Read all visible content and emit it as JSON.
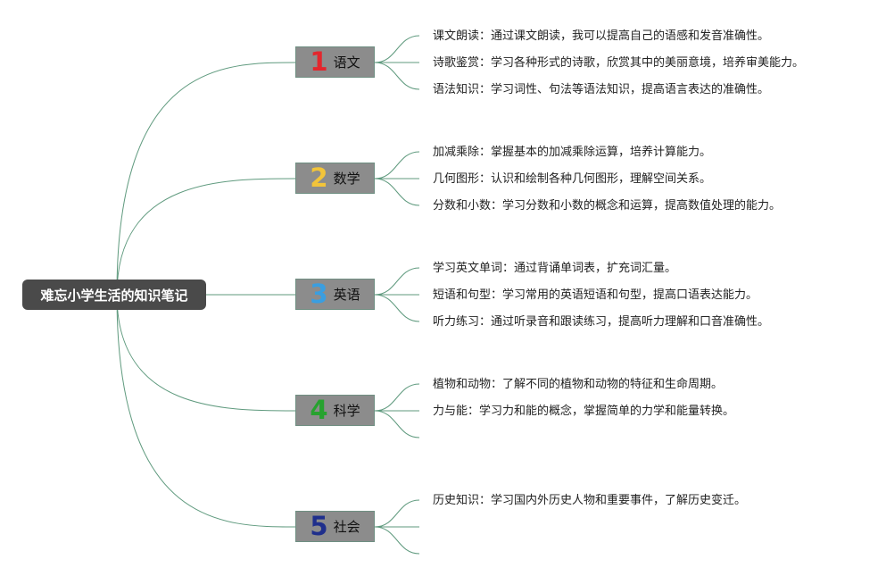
{
  "root": {
    "label": "难忘小学生活的知识笔记"
  },
  "colors": {
    "line": "#5f9a7e",
    "root_bg": "#4a4a4a",
    "topic_bg": "#8c8c8c"
  },
  "topics": [
    {
      "number": "1",
      "label": "语文",
      "number_color": "#e3262d",
      "items": [
        "课文朗读：通过课文朗读，我可以提高自己的语感和发音准确性。",
        "诗歌鉴赏：学习各种形式的诗歌，欣赏其中的美丽意境，培养审美能力。",
        "语法知识：学习词性、句法等语法知识，提高语言表达的准确性。"
      ]
    },
    {
      "number": "2",
      "label": "数学",
      "number_color": "#f2c43a",
      "items": [
        "加减乘除：掌握基本的加减乘除运算，培养计算能力。",
        "几何图形：认识和绘制各种几何图形，理解空间关系。",
        "分数和小数：学习分数和小数的概念和运算，提高数值处理的能力。"
      ]
    },
    {
      "number": "3",
      "label": "英语",
      "number_color": "#3a9ee0",
      "items": [
        "学习英文单词：通过背诵单词表，扩充词汇量。",
        "短语和句型：学习常用的英语短语和句型，提高口语表达能力。",
        "听力练习：通过听录音和跟读练习，提高听力理解和口音准确性。"
      ]
    },
    {
      "number": "4",
      "label": "科学",
      "number_color": "#27a22f",
      "items": [
        "植物和动物：了解不同的植物和动物的特征和生命周期。",
        "力与能：学习力和能的概念，掌握简单的力学和能量转换。",
        ""
      ]
    },
    {
      "number": "5",
      "label": "社会",
      "number_color": "#1f2f8c",
      "items": [
        "历史知识：学习国内外历史人物和重要事件，了解历史变迁。",
        "",
        ""
      ]
    }
  ]
}
